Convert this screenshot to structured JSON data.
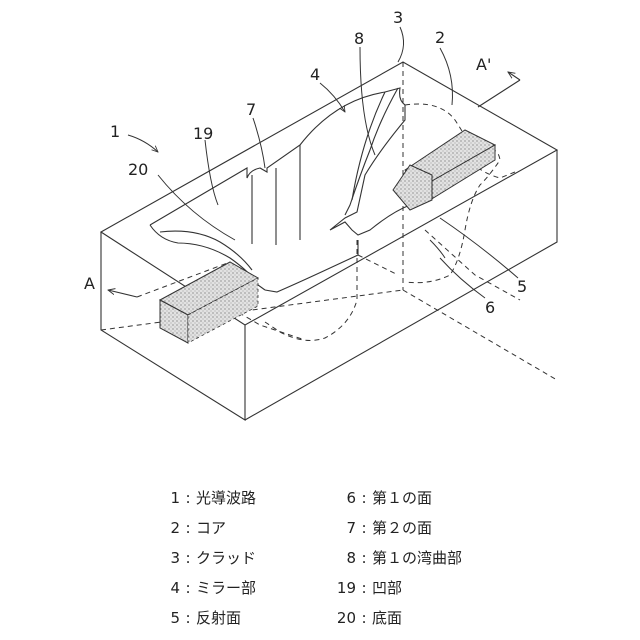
{
  "labels": {
    "device": "1",
    "core": "2",
    "cladding": "3",
    "mirror": "4",
    "reflective_surface": "5",
    "first_surface": "6",
    "second_surface": "7",
    "first_bend": "8",
    "recess": "19",
    "bottom_surface": "20",
    "section_a": "A",
    "section_a_prime": "A'"
  },
  "legend": [
    {
      "num": "1",
      "text": "光導波路"
    },
    {
      "num": "2",
      "text": "コア"
    },
    {
      "num": "3",
      "text": "クラッド"
    },
    {
      "num": "4",
      "text": "ミラー部"
    },
    {
      "num": "5",
      "text": "反射面"
    },
    {
      "num": "6",
      "text": "第１の面"
    },
    {
      "num": "7",
      "text": "第２の面"
    },
    {
      "num": "8",
      "text": "第１の湾曲部"
    },
    {
      "num": "19",
      "text": "凹部"
    },
    {
      "num": "20",
      "text": "底面"
    }
  ],
  "legend_separator": ":"
}
